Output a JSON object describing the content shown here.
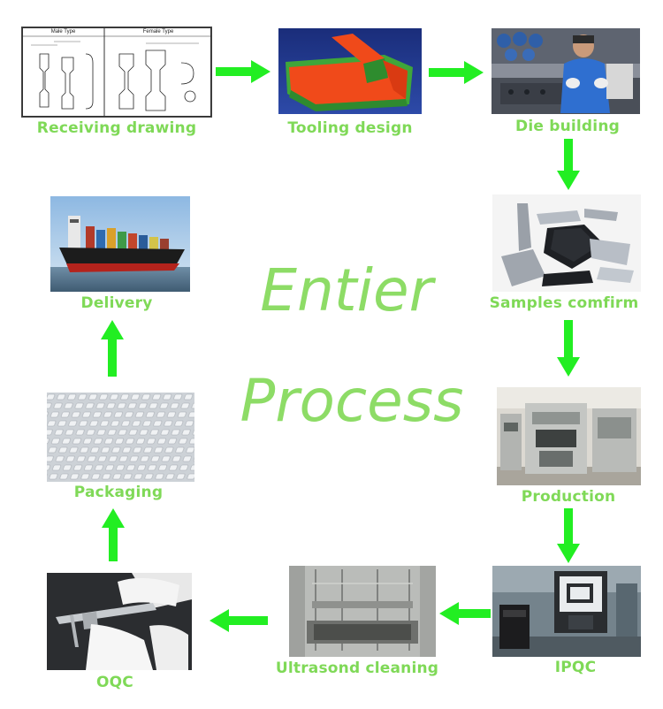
{
  "colors": {
    "label": "#7fd957",
    "arrow": "#22ee22",
    "title": "#8ddc66"
  },
  "title": {
    "line1": "Entier",
    "line2": "Process"
  },
  "drawing": {
    "male_header": "Male Type",
    "female_header": "Female Type"
  },
  "steps": [
    {
      "id": "receiving-drawing",
      "label": "Receiving drawing"
    },
    {
      "id": "tooling-design",
      "label": "Tooling design"
    },
    {
      "id": "die-building",
      "label": "Die building"
    },
    {
      "id": "samples-confirm",
      "label": "Samples comfirm"
    },
    {
      "id": "production",
      "label": "Production"
    },
    {
      "id": "ipqc",
      "label": "IPQC"
    },
    {
      "id": "ultrasound-cleaning",
      "label": "Ultrasond cleaning"
    },
    {
      "id": "oqc",
      "label": "OQC"
    },
    {
      "id": "packaging",
      "label": "Packaging"
    },
    {
      "id": "delivery",
      "label": "Delivery"
    }
  ],
  "flow": [
    {
      "from": "receiving-drawing",
      "to": "tooling-design",
      "direction": "right"
    },
    {
      "from": "tooling-design",
      "to": "die-building",
      "direction": "right"
    },
    {
      "from": "die-building",
      "to": "samples-confirm",
      "direction": "down"
    },
    {
      "from": "samples-confirm",
      "to": "production",
      "direction": "down"
    },
    {
      "from": "production",
      "to": "ipqc",
      "direction": "down"
    },
    {
      "from": "ipqc",
      "to": "ultrasound-cleaning",
      "direction": "left"
    },
    {
      "from": "ultrasound-cleaning",
      "to": "oqc",
      "direction": "left"
    },
    {
      "from": "oqc",
      "to": "packaging",
      "direction": "up"
    },
    {
      "from": "packaging",
      "to": "delivery",
      "direction": "up"
    }
  ]
}
